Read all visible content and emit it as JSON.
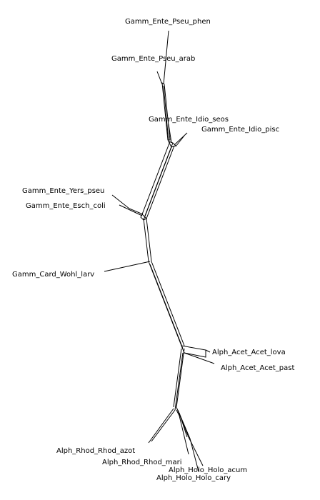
{
  "network": {
    "taxa": [
      {
        "id": "pseu_phen",
        "label": "Gamm_Ente_Pseu_phen"
      },
      {
        "id": "pseu_arab",
        "label": "Gamm_Ente_Pseu_arab"
      },
      {
        "id": "idio_seos",
        "label": "Gamm_Ente_Idio_seos"
      },
      {
        "id": "idio_pisc",
        "label": "Gamm_Ente_Idio_pisc"
      },
      {
        "id": "yers_pseu",
        "label": "Gamm_Ente_Yers_pseu"
      },
      {
        "id": "esch_coli",
        "label": "Gamm_Ente_Esch_coli"
      },
      {
        "id": "wohl_larv",
        "label": "Gamm_Card_Wohl_larv"
      },
      {
        "id": "acet_lova",
        "label": "Alph_Acet_Acet_lova"
      },
      {
        "id": "acet_past",
        "label": "Alph_Acet_Acet_past"
      },
      {
        "id": "rhod_azot",
        "label": "Alph_Rhod_Rhod_azot"
      },
      {
        "id": "rhod_mari",
        "label": "Alph_Rhod_Rhod_mari"
      },
      {
        "id": "holo_acum",
        "label": "Alph_Holo_Holo_acum"
      },
      {
        "id": "holo_cary",
        "label": "Alph_Holo_Holo_cary"
      }
    ]
  }
}
